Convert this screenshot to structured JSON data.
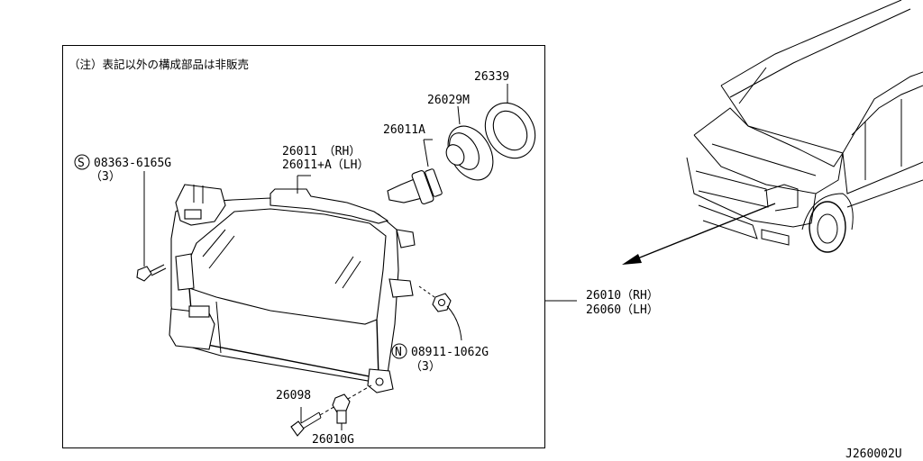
{
  "note": "（注）表記以外の構成部品は非販売",
  "labels": {
    "screw_part": "08363-6165G",
    "screw_qty": "（3）",
    "screw_symbol": "S",
    "unit_rh": "26011　（RH）",
    "unit_lh": "26011+A（LH）",
    "bulb": "26011A",
    "socket": "26029M",
    "seal": "26339",
    "nut_part": "08911-1062G",
    "nut_qty": "（3）",
    "nut_symbol": "N",
    "bolt": "26098",
    "clip": "26010G",
    "assy_rh": "26010（RH）",
    "assy_lh": "26060（LH）",
    "diagram_id": "J260002U"
  }
}
